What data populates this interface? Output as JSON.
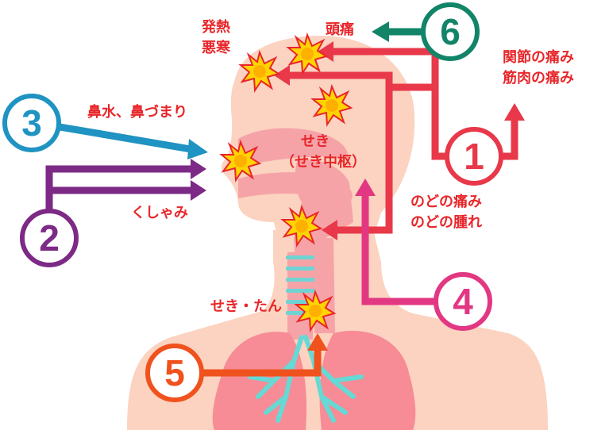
{
  "labels": {
    "fever_line1": "発熱",
    "fever_line2": "悪寒",
    "headache": "頭痛",
    "joint_pain": "関節の痛み",
    "muscle_pain": "筋肉の痛み",
    "runny_nose": "鼻水、鼻づまり",
    "cough_line1": "せき",
    "cough_line2": "（せき中枢）",
    "sneeze": "くしゃみ",
    "sore_throat": "のどの痛み",
    "swollen_throat": "のどの腫れ",
    "cough_phlegm": "せき・たん"
  },
  "badges": {
    "b1": "1",
    "b2": "2",
    "b3": "3",
    "b4": "4",
    "b5": "5",
    "b6": "6"
  },
  "colors": {
    "label_red": "#e8262a",
    "path1_red": "#e8384a",
    "path2_purple": "#7d2a86",
    "path3_blue": "#1f93c1",
    "path4_pink": "#e23782",
    "path5_orange": "#f0521e",
    "path6_teal": "#128468",
    "skin": "#fbd3c0",
    "airway": "#f6a3a8",
    "trachea_ring": "#6fd3d3",
    "lung": "#f78b96",
    "bronchi": "#66d9d4",
    "burst_fill": "#ffd400",
    "burst_outline": "#e8262a"
  }
}
